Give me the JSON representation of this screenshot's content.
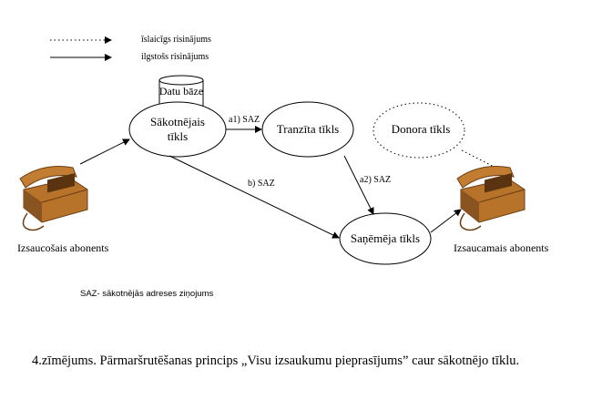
{
  "legend": {
    "temporary": "īslaicīgs risinājums",
    "permanent": "ilgstošs risinājums"
  },
  "nodes": {
    "database": "Datu bāze",
    "origin_network_line1": "Sākotnējais",
    "origin_network_line2": "tīkls",
    "transit_network": "Tranzīta tīkls",
    "donor_network": "Donora tīkls",
    "recipient_network": "Saņēmēja tīkls"
  },
  "edges": {
    "a1": "a1) SAZ",
    "a2": "a2) SAZ",
    "b": "b) SAZ"
  },
  "subscribers": {
    "calling": "Izsaucošais abonents",
    "called": "Izsaucamais abonents"
  },
  "note": "SAZ- sākotnējās adreses ziņojums",
  "caption": "4.zīmējums. Pārmaršrutēšanas princips „Visu izsaukumu pieprasījums” caur sākotnējo tīklu.",
  "colors": {
    "phone": "#b8732a",
    "phone_dark": "#6b3d12"
  }
}
